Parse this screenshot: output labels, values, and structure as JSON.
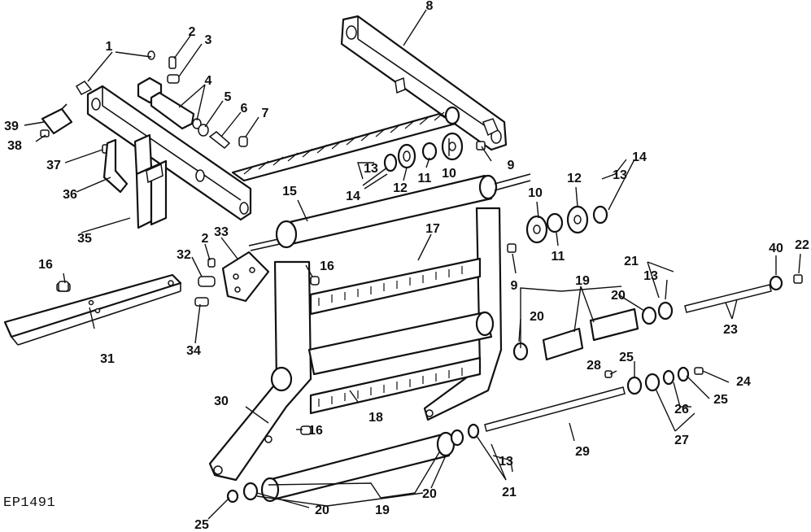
{
  "figure_id": "EP1491",
  "callouts": [
    "1",
    "2",
    "3",
    "4",
    "5",
    "6",
    "7",
    "8",
    "9",
    "10",
    "11",
    "12",
    "13",
    "14",
    "15",
    "16",
    "17",
    "18",
    "19",
    "20",
    "21",
    "22",
    "23",
    "24",
    "25",
    "26",
    "27",
    "28",
    "29",
    "30",
    "31",
    "32",
    "33",
    "34",
    "35",
    "36",
    "37",
    "38",
    "39",
    "40"
  ]
}
